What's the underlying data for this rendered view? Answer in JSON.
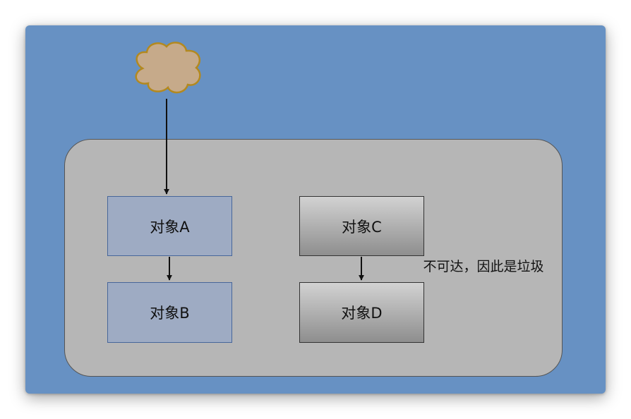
{
  "diagram": {
    "nodes": {
      "a": {
        "label": "对象A",
        "state": "reachable"
      },
      "b": {
        "label": "对象B",
        "state": "reachable"
      },
      "c": {
        "label": "对象C",
        "state": "unreachable"
      },
      "d": {
        "label": "对象D",
        "state": "unreachable"
      }
    },
    "edges": [
      {
        "from": "root",
        "to": "a"
      },
      {
        "from": "a",
        "to": "b"
      },
      {
        "from": "c",
        "to": "d"
      }
    ],
    "annotation": "不可达，因此是垃圾"
  },
  "colors": {
    "background": "#6791c3",
    "heap": "#b6b6b6",
    "reachable_fill": "#9eabc3",
    "reachable_border": "#47669a",
    "cloud_fill": "#c6aa8a",
    "cloud_border": "#b3891f"
  }
}
